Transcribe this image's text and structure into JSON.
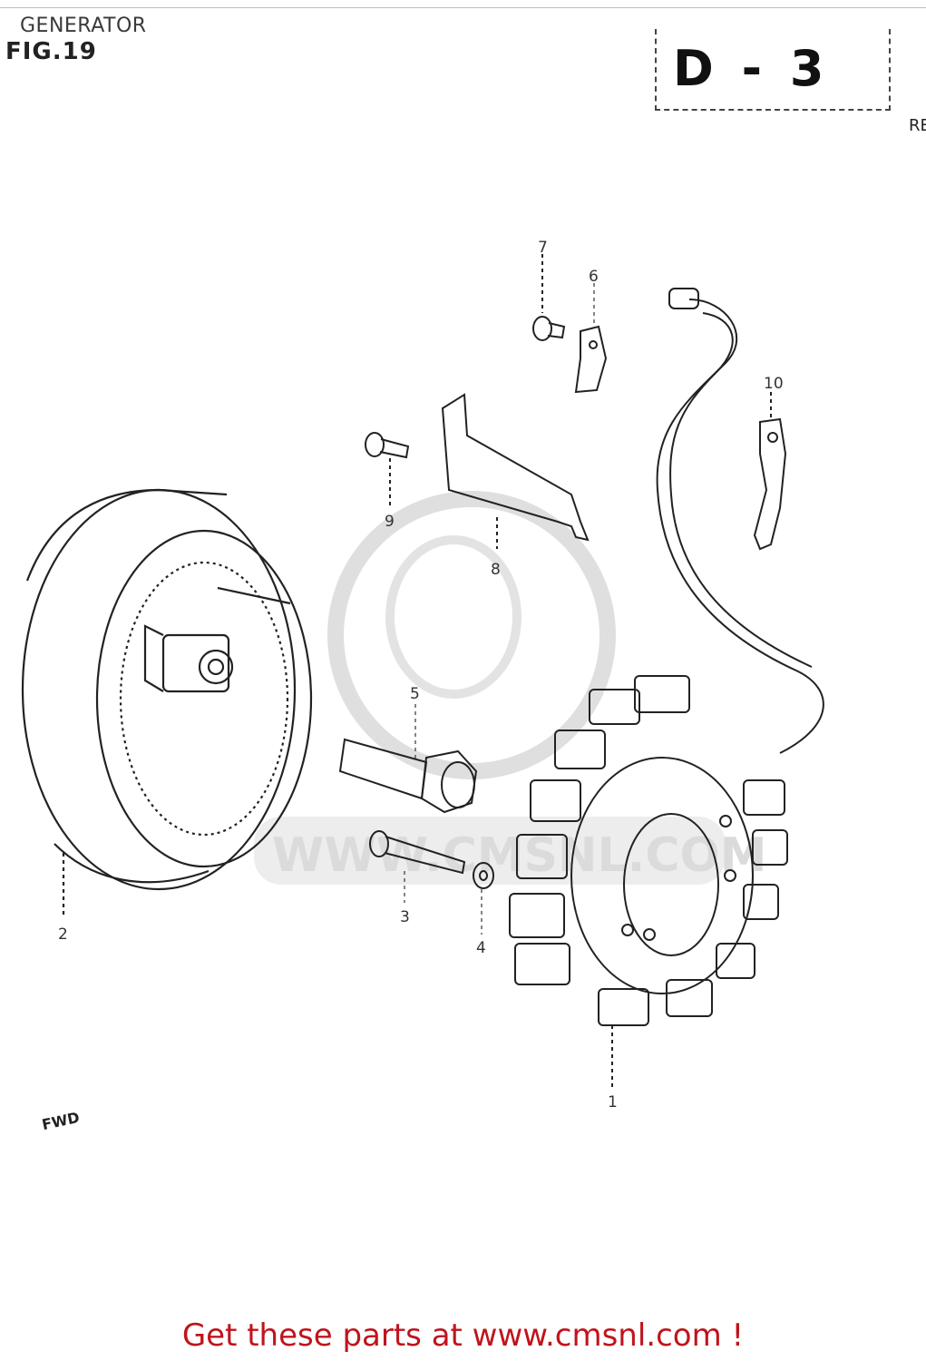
{
  "header": {
    "title": "GENERATOR",
    "fig": "FIG.19",
    "section_code": "D - 3",
    "edge_code": "RE"
  },
  "callouts": [
    "1",
    "2",
    "3",
    "4",
    "5",
    "6",
    "7",
    "8",
    "9",
    "10"
  ],
  "watermark": "WWW.CMSNL.COM",
  "fwd_label": "FWD",
  "footer": {
    "cta": "Get these parts at www.cmsnl.com !",
    "color": "#c0141c"
  }
}
